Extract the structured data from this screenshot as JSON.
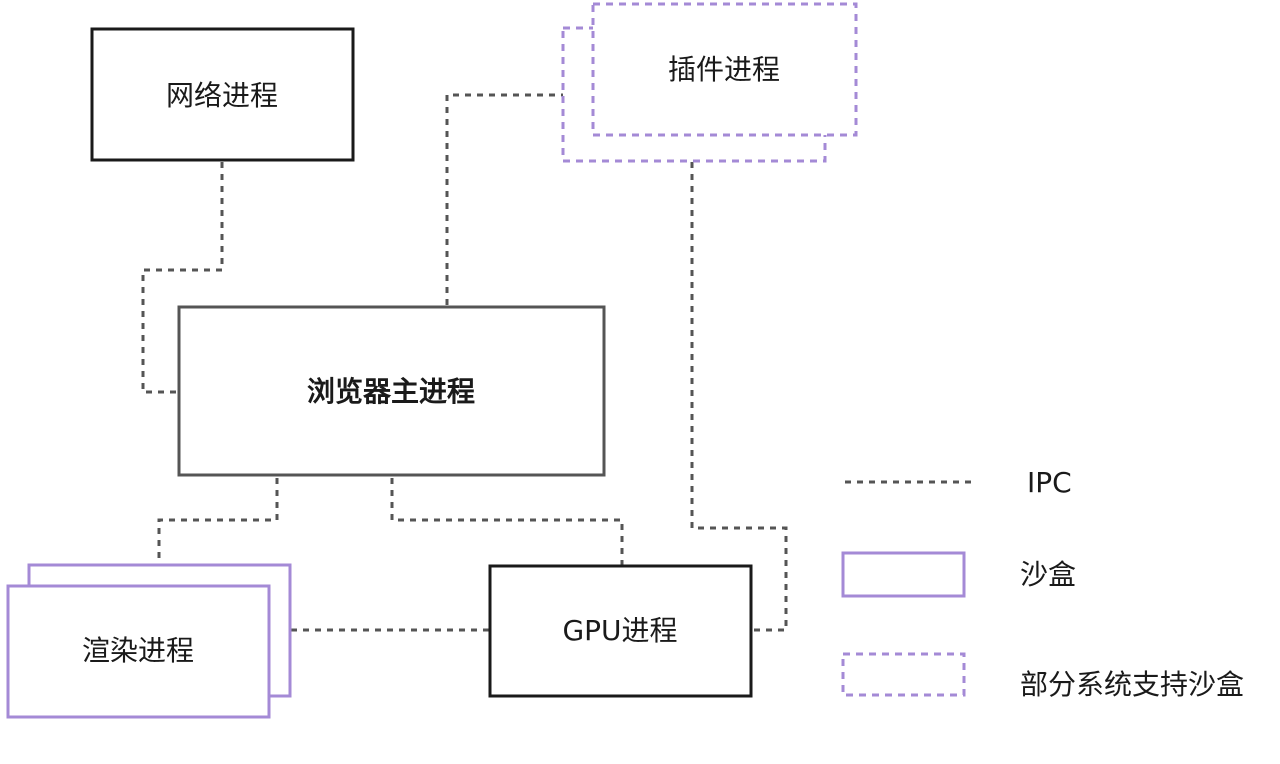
{
  "nodes": {
    "network": "网络进程",
    "plugin": "插件进程",
    "browser": "浏览器主进程",
    "renderer": "渲染进程",
    "gpu": "GPU进程"
  },
  "legend": {
    "ipc": "IPC",
    "sandbox": "沙盒",
    "partial_sandbox": "部分系统支持沙盒"
  },
  "colors": {
    "sandbox": "#a48ad6",
    "box_border": "#1a1a1a",
    "main_border": "#555555",
    "ipc_line": "#555555"
  }
}
